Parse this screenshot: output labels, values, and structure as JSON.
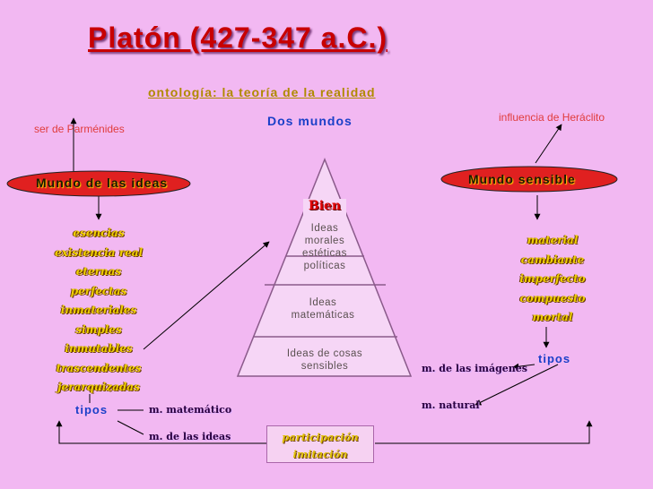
{
  "title": "Platón (427-347 a.C.)",
  "subtitle": "ontología: la teoría de la realidad",
  "dos_mundos": "Dos mundos",
  "left_note": "ser de Parménides",
  "right_note": "influencia de Heráclito",
  "mundo_ideas": "Mundo de las ideas",
  "mundo_sensible": "Mundo sensible",
  "ideas_props": [
    "esencias",
    "existencia real",
    "eternas",
    "perfectas",
    "inmateriales",
    "simples",
    "inmutables",
    "trascendentes",
    "jerarquizadas"
  ],
  "sensible_props": [
    "material",
    "cambiante",
    "imperfecto",
    "compuesto",
    "mortal"
  ],
  "pyramid": {
    "top": "Bien",
    "level1": [
      "Ideas",
      "morales",
      "estéticas",
      "políticas"
    ],
    "level2": [
      "Ideas",
      "matemáticas"
    ],
    "level3": [
      "Ideas de cosas",
      "sensibles"
    ]
  },
  "tipos_left": "tipos",
  "tipos_right": "tipos",
  "m_matematico": "m. matemático",
  "m_ideas": "m. de las ideas",
  "m_imagenes": "m. de las imágenes",
  "m_natural": "m. natural",
  "participacion": [
    "participación",
    "imitación"
  ],
  "colors": {
    "background": "#f2b8f2",
    "ellipse": "#e02020",
    "title": "#c80000"
  }
}
